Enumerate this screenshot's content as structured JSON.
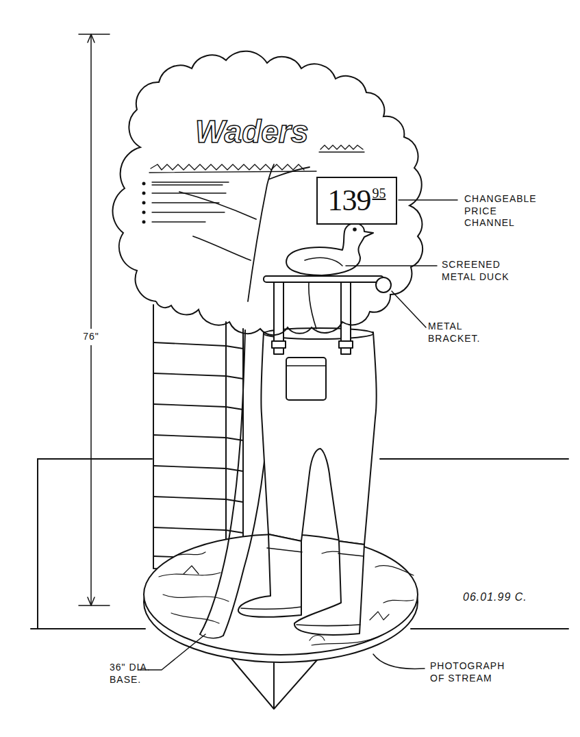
{
  "diagram": {
    "nodes": [
      {
        "text": [
          "Waders"
        ]
      },
      {
        "text": [
          "139",
          "95"
        ],
        "in": 0
      }
    ],
    "labels": [
      "CHANGEABLE PRICE CHANNEL",
      "SCREENED METAL DUCK",
      "METAL BRACKET.",
      "76\"",
      "36\" DIA. BASE.",
      "PHOTOGRAPH OF STREAM",
      "06.01.99 C."
    ]
  }
}
